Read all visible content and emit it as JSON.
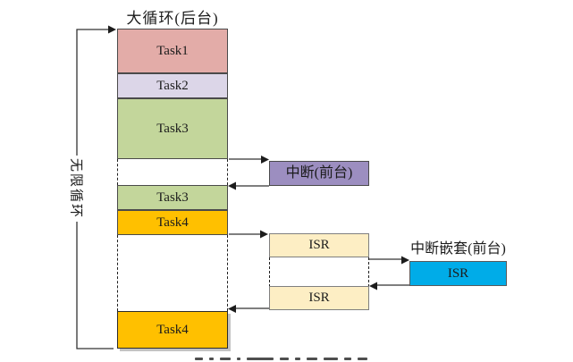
{
  "figure": {
    "title": "大循环(后台)",
    "left_loop_label": "无限循环",
    "background_column": {
      "task1": "Task1",
      "task2": "Task2",
      "task3": "Task3",
      "task3_repeat": "Task3",
      "task4": "Task4",
      "task4_repeat": "Task4"
    },
    "foreground": {
      "interrupt_label": "中断(前台)",
      "isr_top": "ISR",
      "isr_bottom": "ISR",
      "nested_title": "中断嵌套(前台)",
      "nested_isr": "ISR"
    },
    "colors": {
      "task1_fill": "#E3ACA8",
      "task2_fill": "#DCD6E8",
      "task3_fill": "#C3D69B",
      "task4_fill": "#FFC000",
      "interrupt_fill": "#9C8EC0",
      "isr_fill": "#FDEEC4",
      "nested_isr_fill": "#00ACE8",
      "line_color": "#333333"
    }
  }
}
